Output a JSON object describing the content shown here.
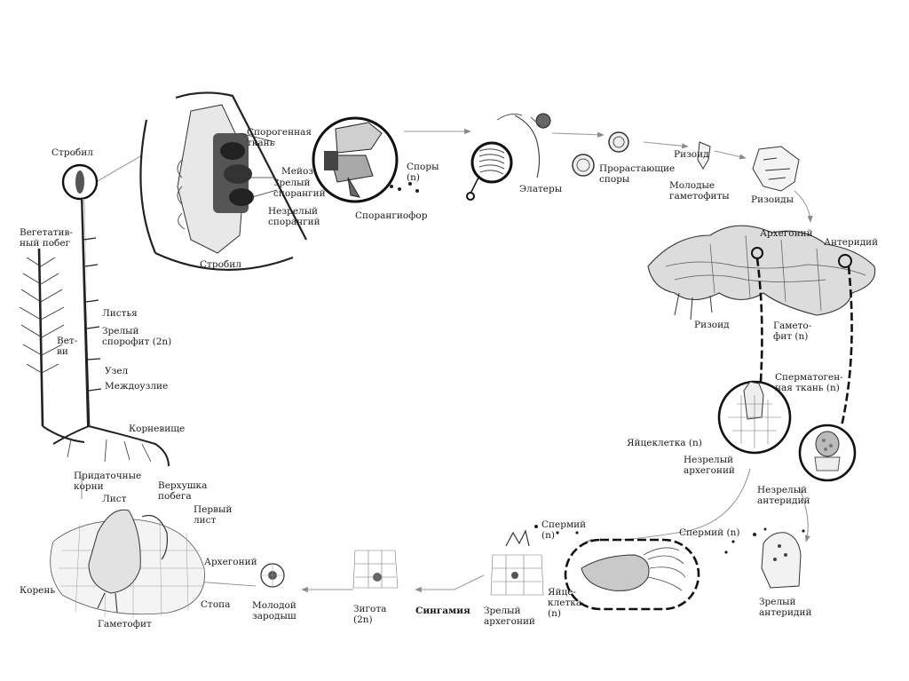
{
  "labels": {
    "strobil_top": "Стробил",
    "vegetative_shoot": "Вегетатив-\nный побег",
    "sporogenous_tissue": "Спорогенная\nткань",
    "meiosis": "Мейоз",
    "mature_sporangium": "Зрелый\nспорангий",
    "immature_sporangium": "Незрелый\nспорангий",
    "strobil_bottom": "Стробил",
    "spores": "Споры\n(n)",
    "sporangiophore": "Спорангиофор",
    "elaters": "Элатеры",
    "germinating_spores": "Прорастающие\nспоры",
    "rhizoid_top": "Ризоид",
    "young_gametophytes": "Молодые\nгаметофиты",
    "rhizoids": "Ризоиды",
    "archegonium_top": "Архегоний",
    "antheridium": "Антеридий",
    "leaves": "Листья",
    "branches": "Вет-\nви",
    "mature_sporophyte": "Зрелый\nспорофит (2n)",
    "node": "Узел",
    "internode": "Междоузлие",
    "rhizome": "Корневище",
    "rhizoid_mid": "Ризоид",
    "gametophyte_n": "Гамето-\nфит (n)",
    "spermatogenous_tissue": "Сперматоген-\nная ткань (n)",
    "egg_cell_n": "Яйцеклетка (n)",
    "immature_archegonium": "Незрелый\nархегоний",
    "adventitious_roots": "Придаточные\nкорни",
    "leaf": "Лист",
    "shoot_apex": "Верхушка\nпобега",
    "first_leaf": "Первый\nлист",
    "immature_antheridium": "Незрелый\nантеридий",
    "sperm_right": "Спермий (n)",
    "sperm_left": "Спермий\n(n)",
    "archegonium_bottom": "Архегоний",
    "root": "Корень",
    "foot": "Стопа",
    "young_embryo": "Молодой\nзародыш",
    "zygote": "Зигота\n(2n)",
    "syngamy": "Сингамия",
    "egg_cell_vertical": "Яйце-\nклетка\n(n)",
    "mature_archegonium": "Зрелый\nархегоний",
    "mature_antheridium": "Зрелый\nантеридий",
    "gametophyte_bottom": "Гаметофит"
  }
}
